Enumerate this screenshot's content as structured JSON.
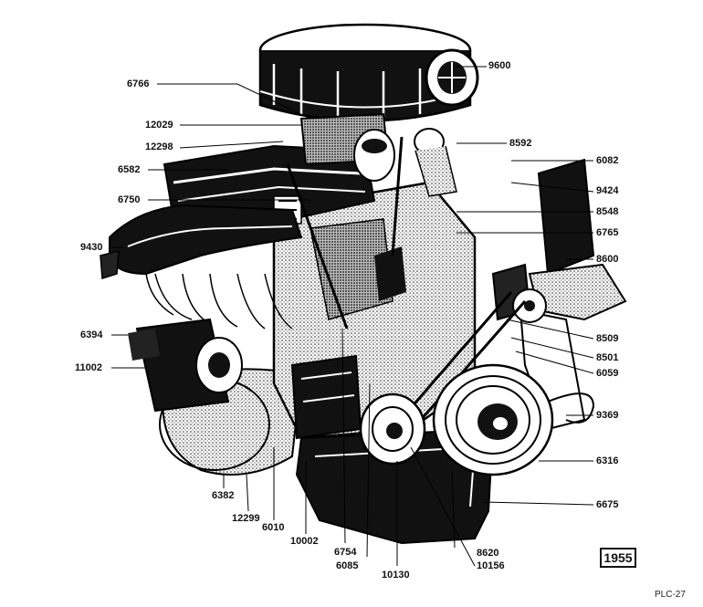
{
  "diagram": {
    "year": "1955",
    "plate": "PLC-27",
    "labels": {
      "l9600": "9600",
      "l6766": "6766",
      "l12029": "12029",
      "l12298": "12298",
      "l6582": "6582",
      "l6750": "6750",
      "l9430": "9430",
      "l6394": "6394",
      "l11002": "11002",
      "l8592": "8592",
      "l6082": "6082",
      "l9424": "9424",
      "l8548": "8548",
      "l6765": "6765",
      "l8600": "8600",
      "l8509": "8509",
      "l8501": "8501",
      "l6059": "6059",
      "l9369": "9369",
      "l6316": "6316",
      "l6675": "6675",
      "l6382": "6382",
      "l12299": "12299",
      "l6010": "6010",
      "l10002": "10002",
      "l6754": "6754",
      "l6085": "6085",
      "l10130": "10130",
      "l10156": "10156",
      "l8620": "8620"
    }
  }
}
